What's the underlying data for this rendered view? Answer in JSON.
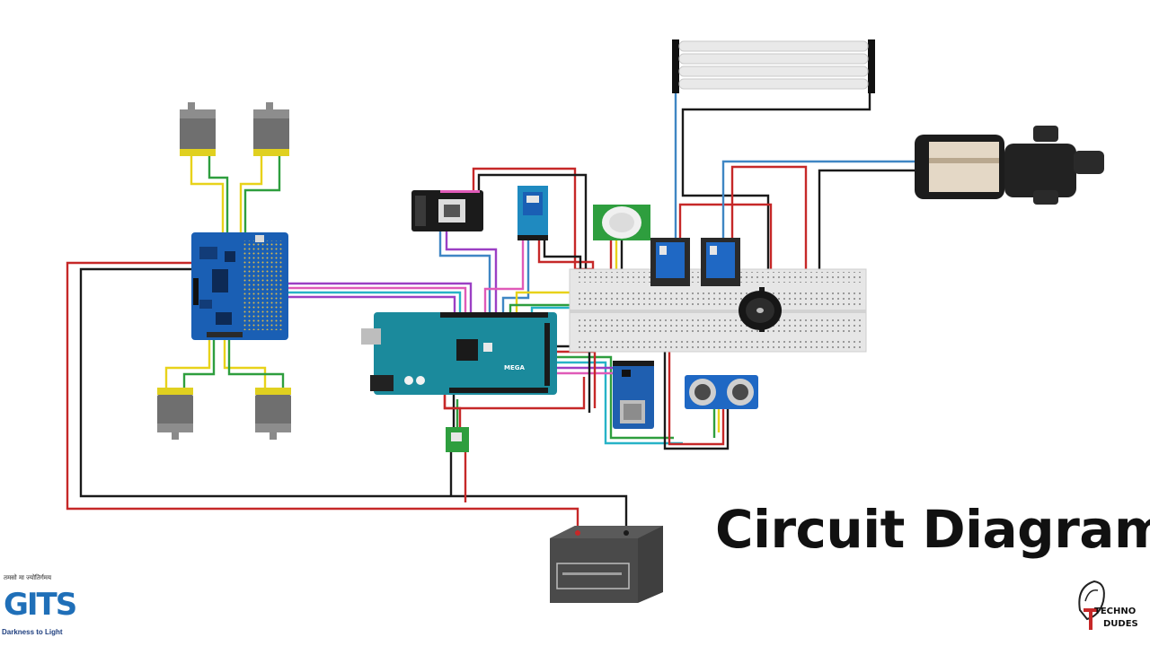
{
  "diagram": {
    "title": "Circuit Diagram",
    "board_label": "MEGA",
    "components": [
      {
        "id": "motor-shield",
        "kind": "Motor driver shield"
      },
      {
        "id": "arduino-mega",
        "kind": "Arduino Mega"
      },
      {
        "id": "wifi-module",
        "kind": "Camera module"
      },
      {
        "id": "bluetooth-module",
        "kind": "Bluetooth module"
      },
      {
        "id": "pir-sensor",
        "kind": "PIR sensor"
      },
      {
        "id": "relay-1",
        "kind": "Relay module"
      },
      {
        "id": "relay-2",
        "kind": "Relay module"
      },
      {
        "id": "breadboard",
        "kind": "Breadboard"
      },
      {
        "id": "buzzer",
        "kind": "Buzzer"
      },
      {
        "id": "sd-card-module",
        "kind": "SD card module"
      },
      {
        "id": "ultrasonic-sensor",
        "kind": "Ultrasonic sensor"
      },
      {
        "id": "voltage-regulator",
        "kind": "Voltage regulator"
      },
      {
        "id": "battery",
        "kind": "Battery"
      },
      {
        "id": "uv-lights",
        "kind": "Light tubes"
      },
      {
        "id": "water-pump",
        "kind": "Water pump"
      },
      {
        "id": "dc-motors",
        "kind": "DC motors",
        "count": 4
      }
    ],
    "wire_colors": {
      "red": "#c62828",
      "black": "#1a1a1a",
      "blue": "#3f86c4",
      "green": "#2e9e3e",
      "yellow": "#e8d21a",
      "purple": "#9b3fc4",
      "pink": "#e05ab8",
      "cyan": "#27b3c7"
    },
    "accent": "#1a5fb4"
  },
  "logo_left": {
    "tagline": "तमसो मा ज्योतिर्गमय",
    "mark": "GITS",
    "slogan": "Darkness to Light"
  },
  "logo_right": {
    "line1": "TECHNO",
    "line2": "DUDES"
  }
}
